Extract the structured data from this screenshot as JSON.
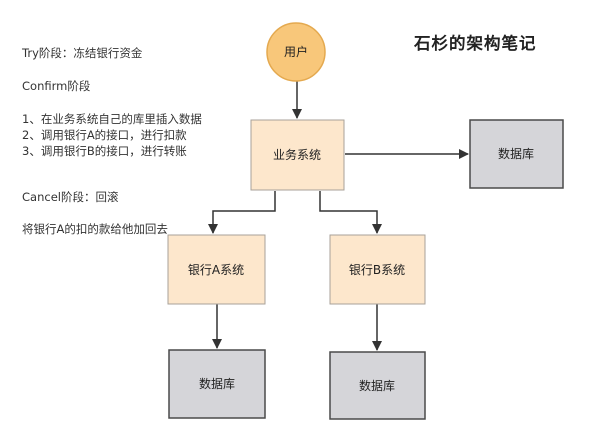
{
  "title": "石杉的架构笔记",
  "notes": {
    "try": "Try阶段：冻结银行资金",
    "confirm": "Confirm阶段",
    "steps": [
      "1、在业务系统自己的库里插入数据",
      "2、调用银行A的接口，进行扣款",
      "3、调用银行B的接口，进行转账"
    ],
    "cancel": "Cancel阶段：回滚",
    "cancel_detail": "将银行A的扣的款给他加回去"
  },
  "nodes": {
    "user": "用户",
    "business": "业务系统",
    "db_main": "数据库",
    "bank_a": "银行A系统",
    "bank_b": "银行B系统",
    "db_a": "数据库",
    "db_b": "数据库"
  },
  "colors": {
    "user_fill": "#f8c77a",
    "user_stroke": "#e4a94f",
    "service_fill": "#fde7cc",
    "service_stroke": "#a8a29a",
    "db_fill": "#d5d5d9",
    "db_stroke": "#4a4a4a",
    "arrow": "#333333"
  }
}
